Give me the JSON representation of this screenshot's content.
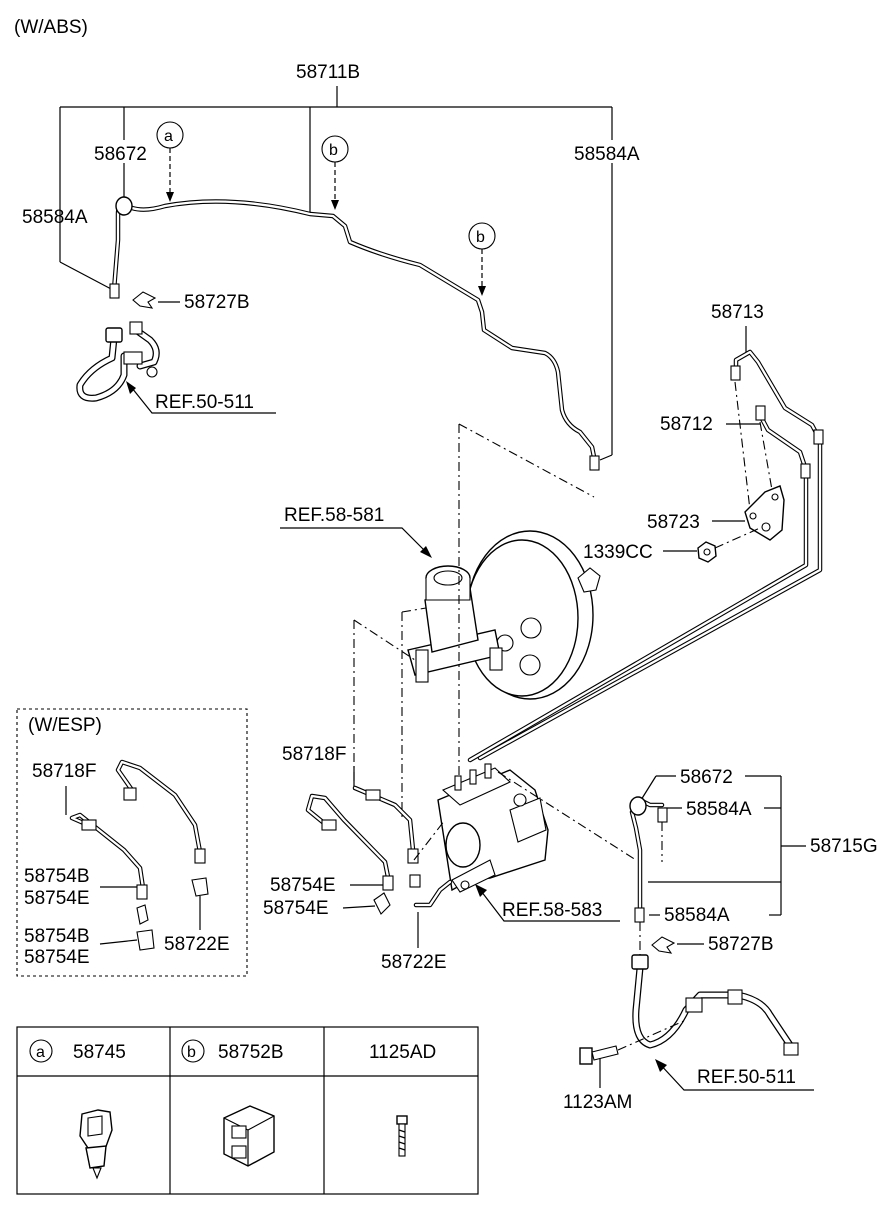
{
  "header": {
    "variant": "(W/ABS)"
  },
  "labels": {
    "l_58711B": "58711B",
    "l_58672_top": "58672",
    "l_58584A_left": "58584A",
    "l_58584A_right": "58584A",
    "l_58727B_top": "58727B",
    "l_ref50511_top": "REF.50-511",
    "l_58713": "58713",
    "l_58712": "58712",
    "l_58723": "58723",
    "l_1339CC": "1339CC",
    "l_ref58581": "REF.58-581",
    "l_58718F_main": "58718F",
    "l_58754E_a": "58754E",
    "l_58754E_b": "58754E",
    "l_58722E_main": "58722E",
    "l_ref58583": "REF.58-583",
    "l_58672_right": "58672",
    "l_58584A_r1": "58584A",
    "l_58715G": "58715G",
    "l_58584A_r2": "58584A",
    "l_58727B_bottom": "58727B",
    "l_ref50511_bottom": "REF.50-511",
    "l_1123AM": "1123AM"
  },
  "callouts": {
    "a": "a",
    "b": "b"
  },
  "esp": {
    "title": "(W/ESP)",
    "l_58718F": "58718F",
    "l_58754B_1": "58754B",
    "l_58754E_1": "58754E",
    "l_58754B_2": "58754B",
    "l_58754E_2": "58754E",
    "l_58722E": "58722E"
  },
  "legend": [
    {
      "letter": "a",
      "part": "58745",
      "icon": "clip-icon"
    },
    {
      "letter": "b",
      "part": "58752B",
      "icon": "block-clip-icon"
    },
    {
      "letter": "",
      "part": "1125AD",
      "icon": "bolt-icon"
    }
  ]
}
